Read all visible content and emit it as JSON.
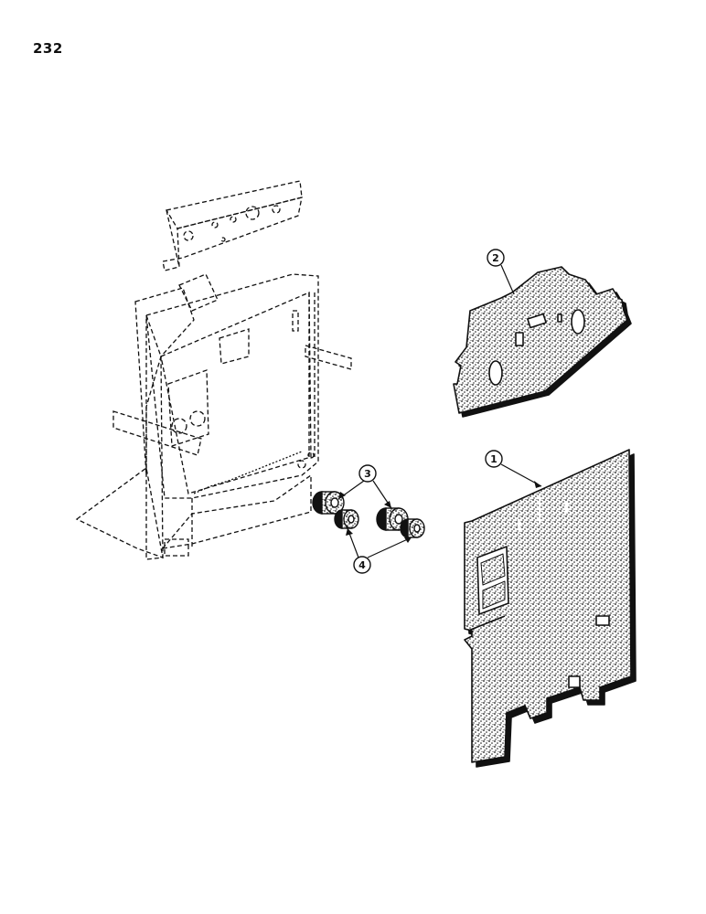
{
  "page": {
    "number": "232"
  },
  "colors": {
    "ink": "#111111",
    "paper": "#ffffff"
  },
  "callouts": [
    {
      "id": "1",
      "label": "1",
      "part": "floor-mat"
    },
    {
      "id": "2",
      "label": "2",
      "part": "dash-insulation-pad"
    },
    {
      "id": "3",
      "label": "3",
      "part": "bushing-outer"
    },
    {
      "id": "4",
      "label": "4",
      "part": "bushing-inner"
    }
  ]
}
